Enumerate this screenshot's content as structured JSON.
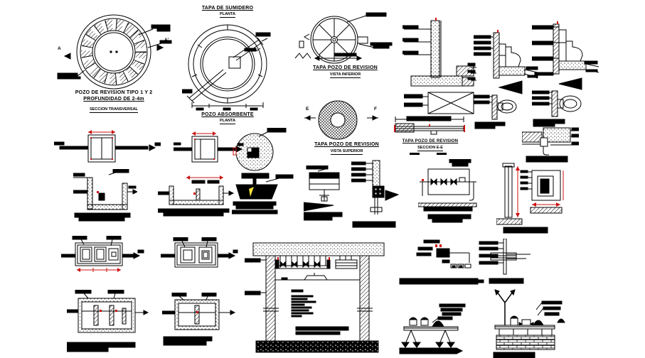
{
  "sheet": {
    "background": "#ffffff",
    "line_color": "#000000",
    "accent_red": "#cc1111",
    "accent_yellow": "#f2e33a"
  },
  "details": {
    "pozo_revision": {
      "title": "POZO DE REVISION TIPO 1 Y 2",
      "subtitle": "PROFUNDIDAD DE 2-4m",
      "view_label": "SECCION TRANSVERSAL",
      "section_marker_left": "A",
      "section_marker_right": "A'"
    },
    "tapa_sumidero": {
      "title": "TAPA DE SUMIDERO",
      "view_label": "PLANTA"
    },
    "pozo_absorbente": {
      "title": "POZO ABSORBENTE",
      "view_label": "PLANTA"
    },
    "tapa_pozo_inferior": {
      "title": "TAPA POZO DE REVISION",
      "view_label": "VISTA INFERIOR"
    },
    "tapa_pozo_superior": {
      "title": "TAPA POZO DE REVISION",
      "view_label": "VISTA SUPERIOR",
      "section_marker_left": "E",
      "section_marker_right": "F"
    },
    "tapa_pozo_seccion": {
      "title": "TAPA POZO DE REVISION",
      "view_label": "SECCION E-E"
    }
  }
}
